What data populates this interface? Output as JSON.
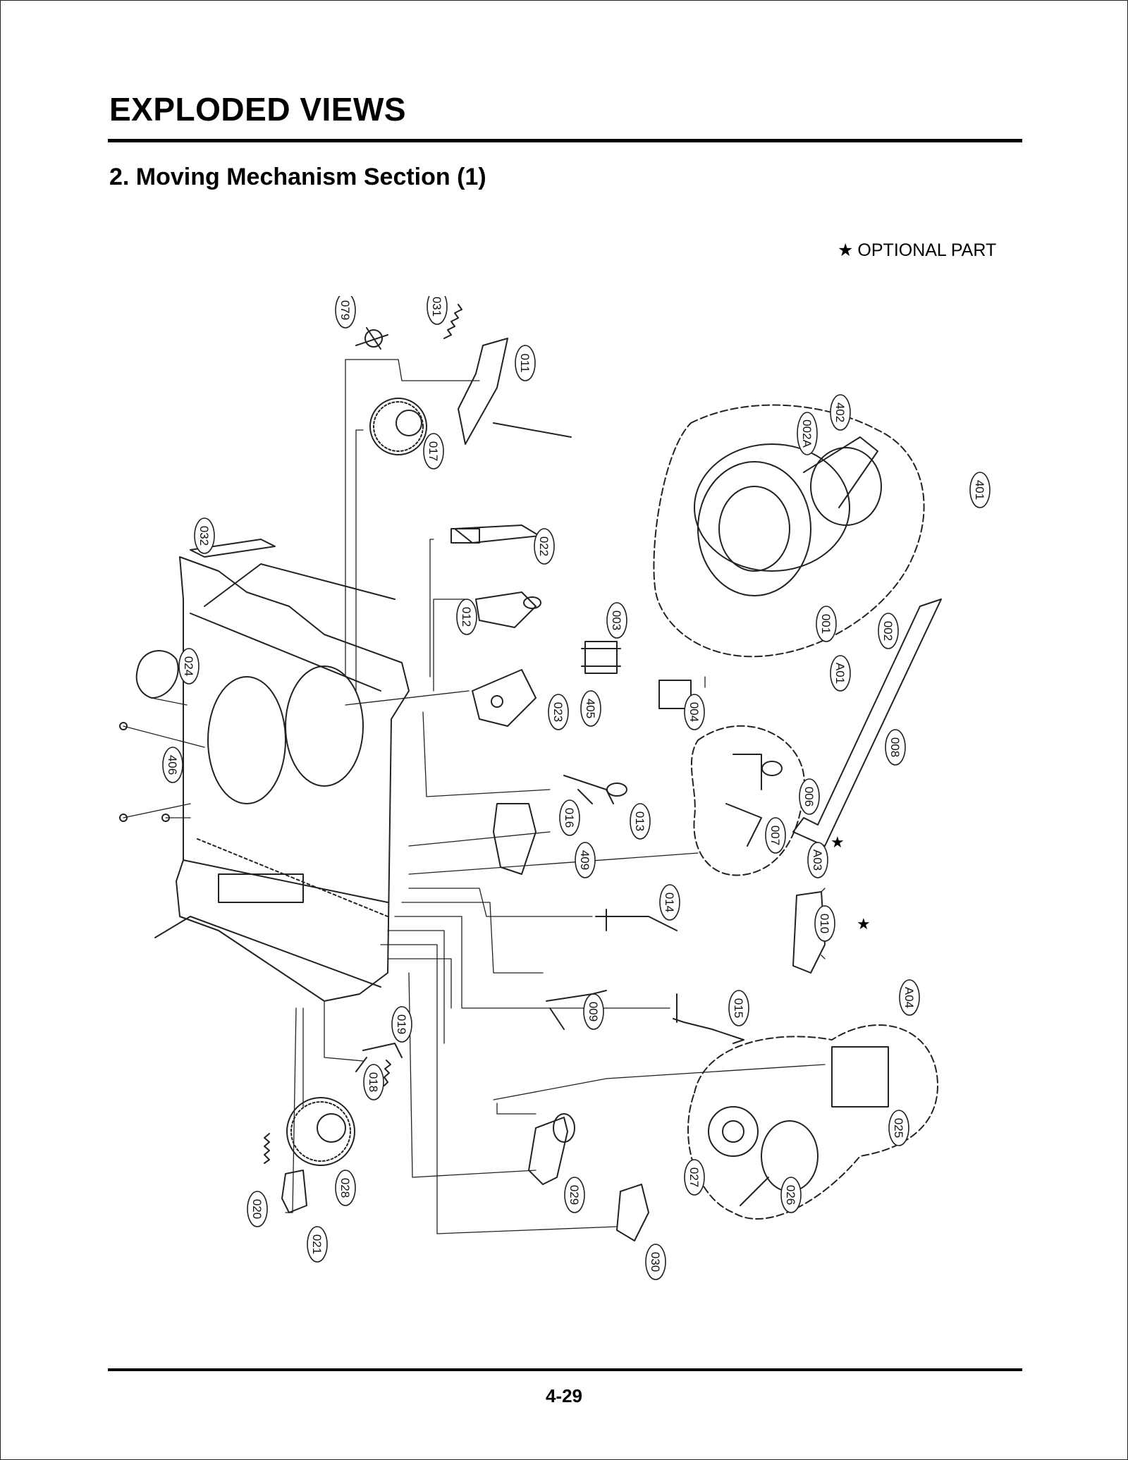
{
  "header": {
    "title": "EXPLODED VIEWS",
    "subtitle": "2. Moving Mechanism Section (1)"
  },
  "legend": {
    "star": "★",
    "text": "OPTIONAL PART"
  },
  "diagram": {
    "callouts": [
      {
        "id": "079"
      },
      {
        "id": "031"
      },
      {
        "id": "011"
      },
      {
        "id": "017"
      },
      {
        "id": "402"
      },
      {
        "id": "002A"
      },
      {
        "id": "401"
      },
      {
        "id": "032"
      },
      {
        "id": "022"
      },
      {
        "id": "003"
      },
      {
        "id": "012"
      },
      {
        "id": "001"
      },
      {
        "id": "002"
      },
      {
        "id": "024"
      },
      {
        "id": "405"
      },
      {
        "id": "023"
      },
      {
        "id": "004"
      },
      {
        "id": "A01"
      },
      {
        "id": "406"
      },
      {
        "id": "008"
      },
      {
        "id": "006"
      },
      {
        "id": "013"
      },
      {
        "id": "016"
      },
      {
        "id": "007"
      },
      {
        "id": "409"
      },
      {
        "id": "A03"
      },
      {
        "id": "014"
      },
      {
        "id": "010"
      },
      {
        "id": "009"
      },
      {
        "id": "015"
      },
      {
        "id": "A04"
      },
      {
        "id": "019"
      },
      {
        "id": "018"
      },
      {
        "id": "025"
      },
      {
        "id": "027"
      },
      {
        "id": "026"
      },
      {
        "id": "028"
      },
      {
        "id": "029"
      },
      {
        "id": "021"
      },
      {
        "id": "020"
      },
      {
        "id": "030"
      }
    ],
    "optional_markers": [
      "A03",
      "010"
    ]
  },
  "footer": {
    "page_number": "4-29"
  }
}
